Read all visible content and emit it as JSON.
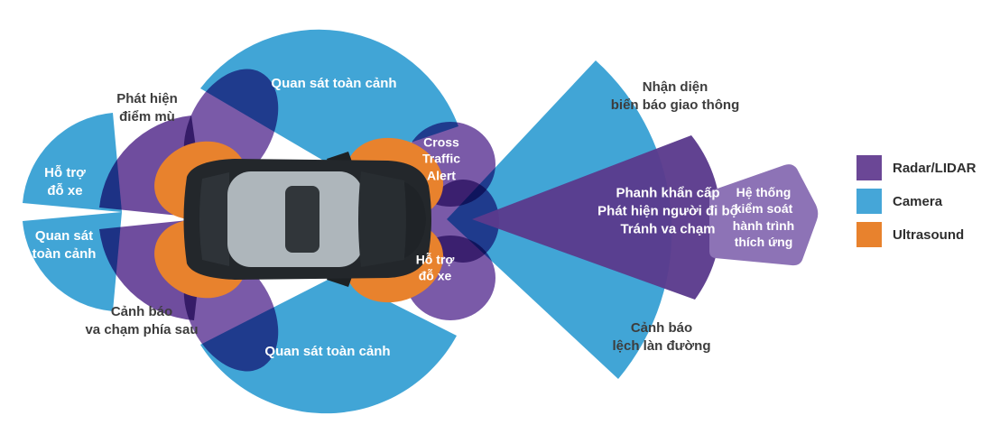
{
  "diagram": {
    "zone_labels": {
      "blind_spot": "Phát hiện\nđiểm mù",
      "surround_top": "Quan sát toàn cảnh",
      "parking_left": "Hỗ trợ\nđỗ xe",
      "surround_left": "Quan sát\ntoàn cảnh",
      "rear_collision": "Cảnh báo\nva chạm phía sau",
      "surround_bottom": "Quan sát toàn cảnh",
      "cross_traffic": "Cross\nTraffic\nAlert",
      "parking_front": "Hỗ trợ\nđỗ xe",
      "traffic_sign": "Nhận diện\nbiển báo giao thông",
      "emergency_brake": "Phanh khẩn cấp\nPhát hiện người đi bộ\nTránh va chạm",
      "adaptive_cruise": "Hệ thống\nkiểm soát\nhành trình\nthích ứng",
      "lane_departure": "Cảnh báo\nlệch làn đường"
    },
    "legend": {
      "items": [
        {
          "label": "Radar/LIDAR",
          "color": "#6b4796"
        },
        {
          "label": "Camera",
          "color": "#45a6d8"
        },
        {
          "label": "Ultrasound",
          "color": "#e8822d"
        }
      ]
    },
    "colors": {
      "camera_blue": "#41a5d6",
      "radar_purple": "#7a5aa8",
      "radar_dark_purple": "#5b3a8c",
      "radar_light_purple": "#8d73b6",
      "ultrasound_orange": "#e8822d",
      "dark_text": "#3d3d3d",
      "white_text": "#ffffff"
    }
  }
}
